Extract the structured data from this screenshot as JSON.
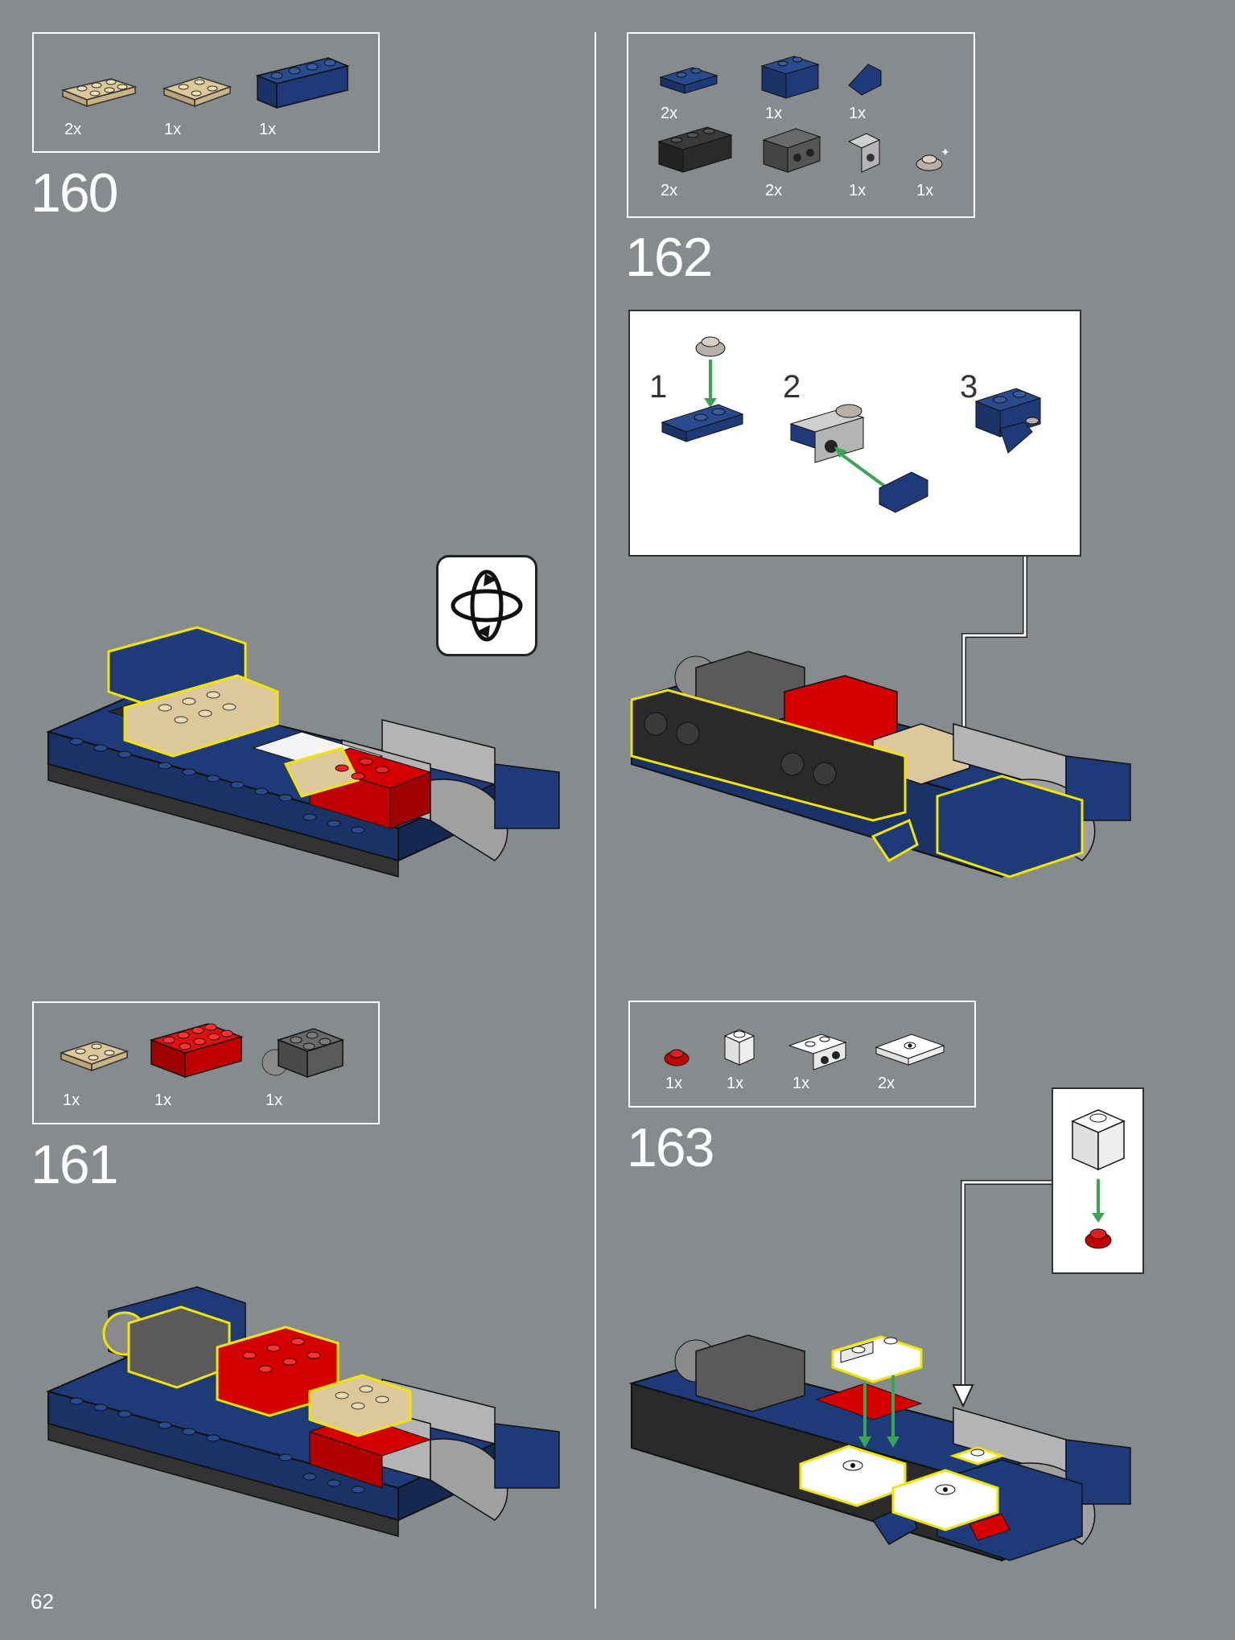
{
  "page_number": "62",
  "colors": {
    "background": "#868c8e",
    "tan": "#dcc89a",
    "dark_blue": "#1e3a78",
    "red": "#d40000",
    "dark_gray": "#3a3a3a",
    "light_gray": "#b4b4b4",
    "white": "#f4f4f4",
    "highlight": "#f2e600",
    "arrow_green": "#3aa655"
  },
  "steps": [
    {
      "number": "160",
      "parts": [
        {
          "icon": "tan-plate-2x3",
          "qty": "2x"
        },
        {
          "icon": "tan-plate-2x2",
          "qty": "1x"
        },
        {
          "icon": "dark-blue-brick-1x4",
          "qty": "1x"
        }
      ]
    },
    {
      "number": "161",
      "parts": [
        {
          "icon": "tan-plate-2x2",
          "qty": "1x"
        },
        {
          "icon": "red-brick-2x4",
          "qty": "1x"
        },
        {
          "icon": "dark-gray-brick-with-ball",
          "qty": "1x"
        }
      ]
    },
    {
      "number": "162",
      "parts": [
        {
          "icon": "dark-blue-plate-1x2",
          "qty": "2x"
        },
        {
          "icon": "dark-blue-brick-1x2",
          "qty": "1x"
        },
        {
          "icon": "dark-blue-slope",
          "qty": "1x"
        },
        {
          "icon": "black-technic-brick-1x2",
          "qty": "2x"
        },
        {
          "icon": "dark-gray-technic-brick-1x2",
          "qty": "2x"
        },
        {
          "icon": "light-gray-bracket",
          "qty": "1x"
        },
        {
          "icon": "pearl-gray-round-plate",
          "qty": "1x"
        }
      ],
      "substeps": [
        "1",
        "2",
        "3"
      ]
    },
    {
      "number": "163",
      "parts": [
        {
          "icon": "red-round-plate",
          "qty": "1x"
        },
        {
          "icon": "white-brick-1x1",
          "qty": "1x"
        },
        {
          "icon": "white-bracket-1x2",
          "qty": "1x"
        },
        {
          "icon": "white-tile-2x2-with-stud",
          "qty": "2x"
        }
      ]
    }
  ]
}
